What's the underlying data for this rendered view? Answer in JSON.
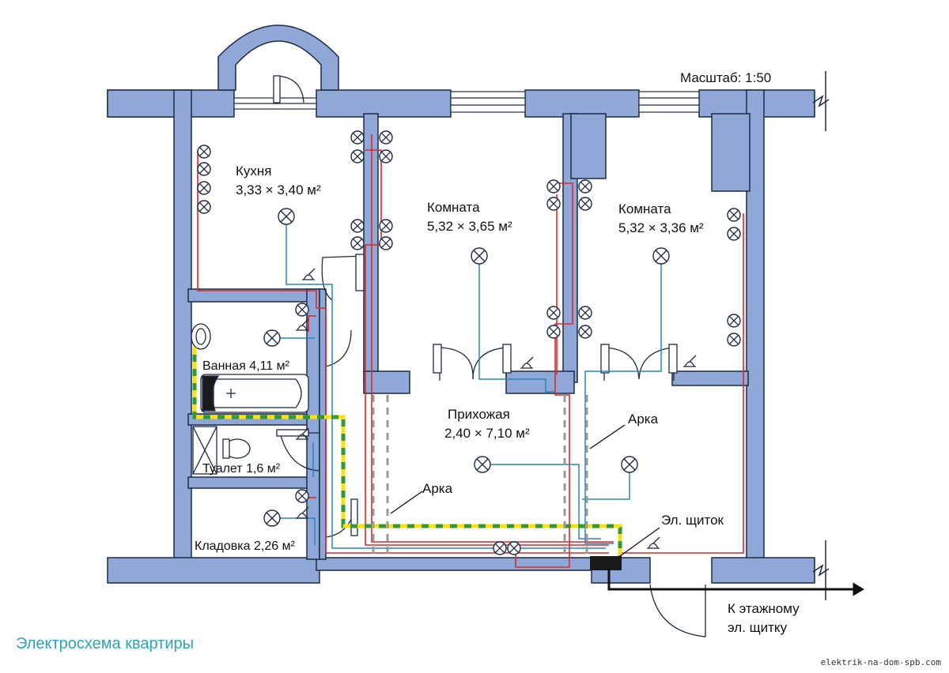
{
  "scale_label": "Масштаб: 1:50",
  "rooms": {
    "kitchen": {
      "name": "Кухня",
      "size": "3,33 × 3,40 м²"
    },
    "room1": {
      "name": "Комната",
      "size": "5,32 × 3,65 м²"
    },
    "room2": {
      "name": "Комната",
      "size": "5,32 × 3,36 м²"
    },
    "bath": {
      "label": "Ванная 4,11 м²"
    },
    "toilet": {
      "label": "Туалет 1,6 м²"
    },
    "storage": {
      "label": "Кладовка 2,26 м²"
    },
    "hall": {
      "name": "Прихожая",
      "size": "2,40 × 7,10 м²"
    }
  },
  "arch_label_1": "Арка",
  "arch_label_2": "Арка",
  "panel_label": "Эл. щиток",
  "floor_panel_label_1": "К этажному",
  "floor_panel_label_2": "эл. щитку",
  "caption": "Электросхема квартиры",
  "watermark": "elektrik-na-dom-spb.com",
  "colors": {
    "wall": "#90a8d8",
    "wall_stroke": "#1e2a44",
    "power_line": "#d92a2a",
    "light_line": "#2a86b8",
    "ground_green": "#2e9a3a",
    "ground_yellow": "#f3e21a",
    "arch_dash": "#9a9a9a",
    "caption": "#2aa5b5"
  }
}
